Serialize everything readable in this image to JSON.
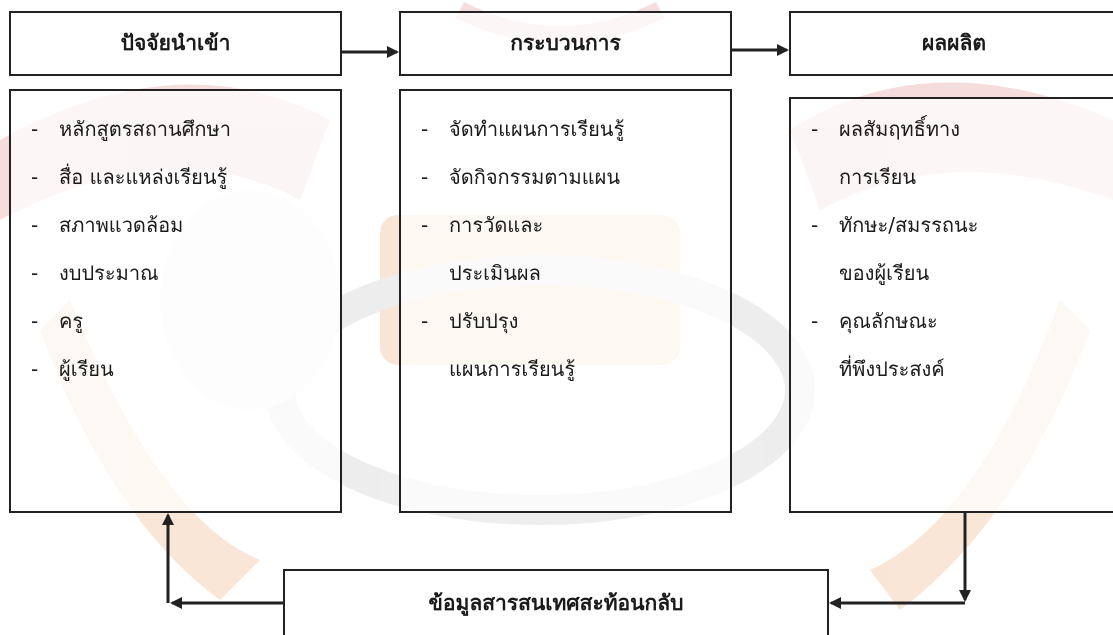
{
  "columns": [
    {
      "title": "ปัจจัยนำเข้า",
      "items": [
        {
          "lines": [
            "หลักสูตรสถานศึกษา"
          ]
        },
        {
          "lines": [
            "สื่อ และแหล่งเรียนรู้"
          ]
        },
        {
          "lines": [
            "สภาพแวดล้อม"
          ]
        },
        {
          "lines": [
            "งบประมาณ"
          ]
        },
        {
          "lines": [
            "ครู"
          ]
        },
        {
          "lines": [
            "ผู้เรียน"
          ]
        }
      ]
    },
    {
      "title": "กระบวนการ",
      "items": [
        {
          "lines": [
            "จัดทำแผนการเรียนรู้"
          ]
        },
        {
          "lines": [
            "จัดกิจกรรมตามแผน"
          ]
        },
        {
          "lines": [
            "การวัดและ",
            "ประเมินผล"
          ]
        },
        {
          "lines": [
            "ปรับปรุง",
            "แผนการเรียนรู้"
          ]
        }
      ]
    },
    {
      "title": "ผลผลิต",
      "items": [
        {
          "lines": [
            "ผลสัมฤทธิ์ทาง",
            "การเรียน"
          ]
        },
        {
          "lines": [
            "ทักษะ/สมรรถนะ",
            "ของผู้เรียน"
          ]
        },
        {
          "lines": [
            "คุณลักษณะ",
            "ที่พึงประสงค์"
          ]
        }
      ]
    }
  ],
  "feedback": {
    "title": "ข้อมูลสารสนเทศสะท้อนกลับ"
  },
  "bullet": "-",
  "colors": {
    "watermark_orange": "#f3c7a3",
    "watermark_red": "#eab3b3",
    "line": "#222222"
  }
}
